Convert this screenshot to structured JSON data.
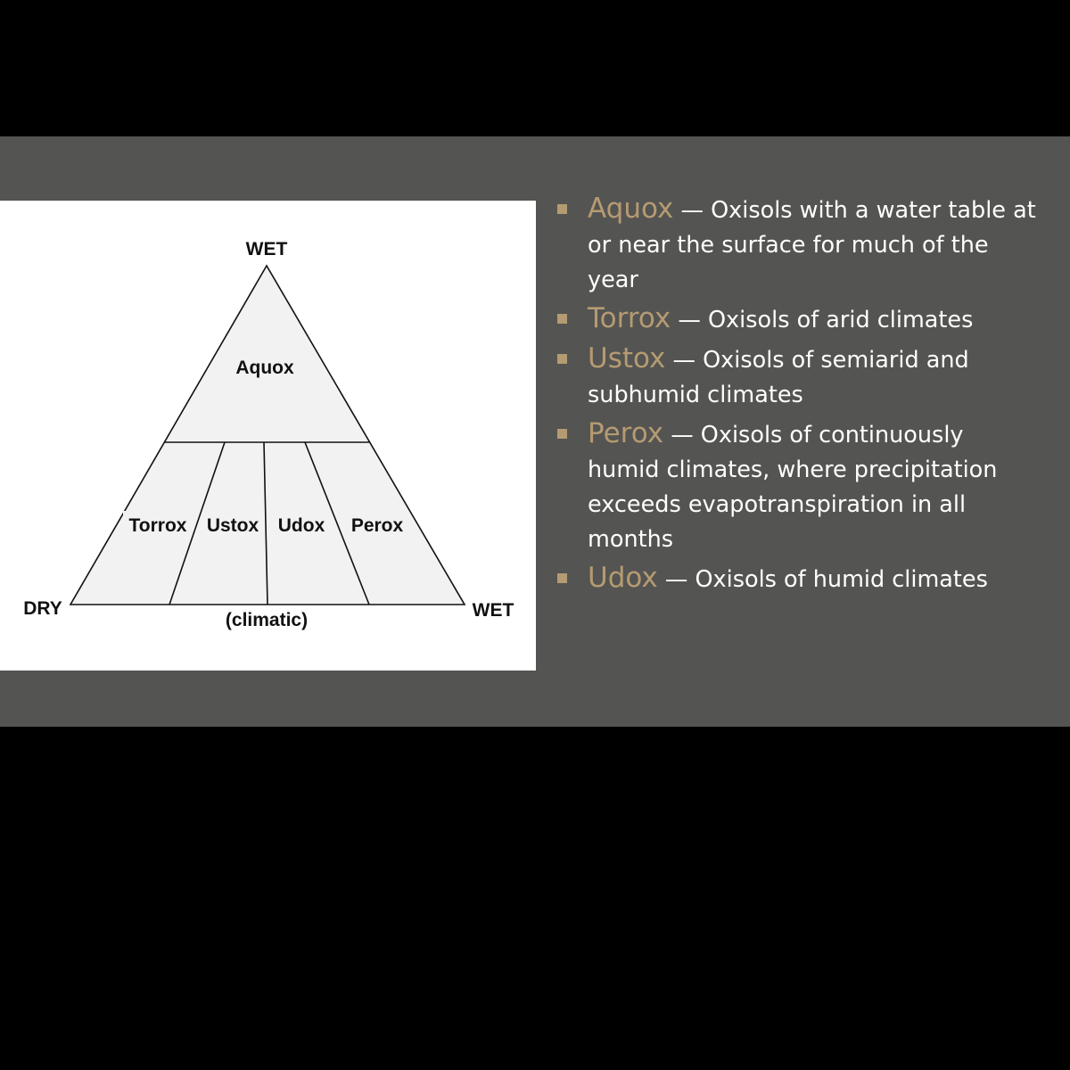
{
  "colors": {
    "background": "#000000",
    "slide": "#545452",
    "panel": "#ffffff",
    "triangle_fill": "#f2f2f2",
    "accent": "#b59b72",
    "body_text": "#ffffff"
  },
  "diagram": {
    "apex_label": "WET",
    "left_label": "DRY",
    "right_label": "WET",
    "base_label": "(climatic)",
    "top_region": "Aquox",
    "bottom_regions": [
      "Torrox",
      "Ustox",
      "Udox",
      "Perox"
    ]
  },
  "bullets": [
    {
      "term": "Aquox",
      "text": " — Oxisols with a water table at or near the surface for much of the year"
    },
    {
      "term": "Torrox",
      "text": " — Oxisols of arid climates"
    },
    {
      "term": "Ustox",
      "text": " — Oxisols of semiarid and subhumid climates"
    },
    {
      "term": "Perox",
      "text": " — Oxisols of continuously humid climates, where precipitation exceeds evapotranspiration in all months"
    },
    {
      "term": "Udox",
      "text": " — Oxisols of humid climates"
    }
  ]
}
